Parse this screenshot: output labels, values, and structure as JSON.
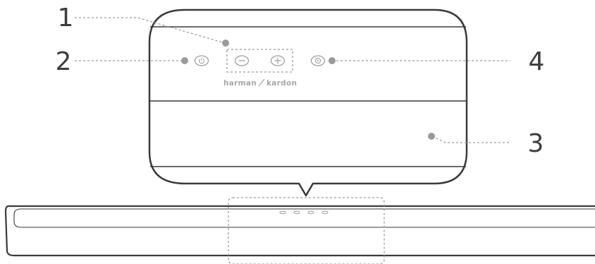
{
  "brand": {
    "left": "harman",
    "right": "kardon"
  },
  "callouts": [
    {
      "id": "1",
      "label": "1"
    },
    {
      "id": "2",
      "label": "2"
    },
    {
      "id": "3",
      "label": "3"
    },
    {
      "id": "4",
      "label": "4"
    }
  ],
  "icons": {
    "power": "power-icon",
    "volume_down": "minus-icon",
    "volume_up": "plus-icon",
    "source": "source-icon"
  },
  "colors": {
    "outline": "#3a3a3a",
    "leader": "#9a9a9a",
    "dot": "#9a9a9a",
    "button_outline": "#a0a0a0",
    "number": "#3d3d3d"
  }
}
